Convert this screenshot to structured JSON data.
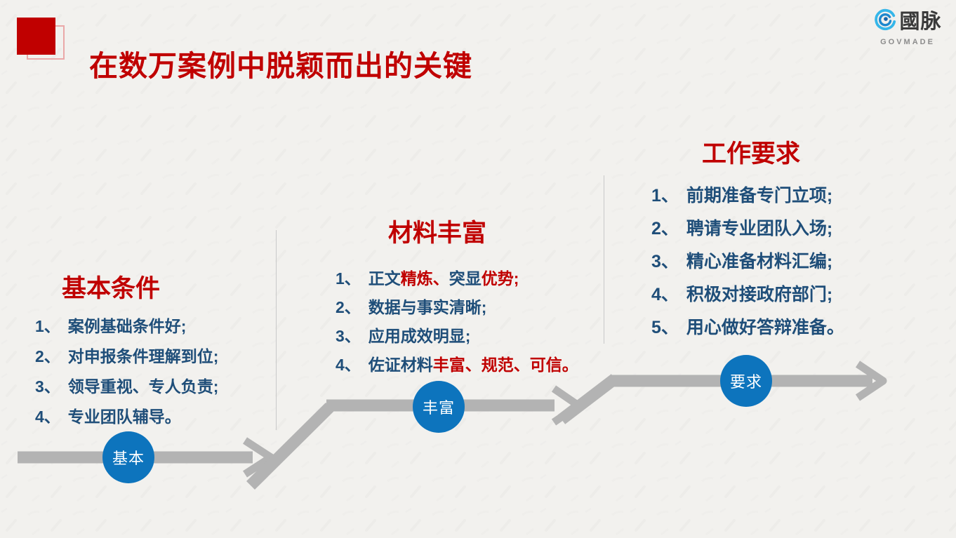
{
  "header": {
    "title": "在数万案例中脱颖而出的关键"
  },
  "logo": {
    "name": "國脉",
    "subtitle": "GOVMADE"
  },
  "colors": {
    "accent_red": "#c00000",
    "text_blue": "#1f4e79",
    "circle_blue": "#0d74bd",
    "arrow_gray": "#b3b3b3",
    "divider_gray": "#c9c9c9",
    "logo_dark": "#3a3a3a",
    "logo_gray": "#8c8c8c",
    "bg": "#f2f1ee"
  },
  "sections": [
    {
      "heading": "基本条件",
      "badge": "基本",
      "items": [
        {
          "num": "1、",
          "segments": [
            {
              "text": "案例基础条件好;",
              "color": "blue"
            }
          ]
        },
        {
          "num": "2、",
          "segments": [
            {
              "text": "对申报条件理解到位;",
              "color": "blue"
            }
          ]
        },
        {
          "num": "3、",
          "segments": [
            {
              "text": "领导重视、专人负责;",
              "color": "blue"
            }
          ]
        },
        {
          "num": "4、",
          "segments": [
            {
              "text": "专业团队辅导。",
              "color": "blue"
            }
          ]
        }
      ]
    },
    {
      "heading": "材料丰富",
      "badge": "丰富",
      "items": [
        {
          "num": "1、",
          "segments": [
            {
              "text": "正文",
              "color": "blue"
            },
            {
              "text": "精炼、",
              "color": "red"
            },
            {
              "text": "突显",
              "color": "blue"
            },
            {
              "text": "优势;",
              "color": "red"
            }
          ]
        },
        {
          "num": "2、",
          "segments": [
            {
              "text": "数据与事实清晰;",
              "color": "blue"
            }
          ]
        },
        {
          "num": "3、",
          "segments": [
            {
              "text": "应用成效明显;",
              "color": "blue"
            }
          ]
        },
        {
          "num": "4、",
          "segments": [
            {
              "text": "佐证材料",
              "color": "blue"
            },
            {
              "text": "丰富、规范、可信。",
              "color": "red"
            }
          ]
        }
      ]
    },
    {
      "heading": "工作要求",
      "badge": "要求",
      "items": [
        {
          "num": "1、",
          "segments": [
            {
              "text": "前期准备专门立项;",
              "color": "blue"
            }
          ]
        },
        {
          "num": "2、",
          "segments": [
            {
              "text": "聘请专业团队入场;",
              "color": "blue"
            }
          ]
        },
        {
          "num": "3、",
          "segments": [
            {
              "text": "精心准备材料汇编;",
              "color": "blue"
            }
          ]
        },
        {
          "num": "4、",
          "segments": [
            {
              "text": "积极对接政府部门;",
              "color": "blue"
            }
          ]
        },
        {
          "num": "5、",
          "segments": [
            {
              "text": "用心做好答辩准备。",
              "color": "blue"
            }
          ]
        }
      ]
    }
  ]
}
